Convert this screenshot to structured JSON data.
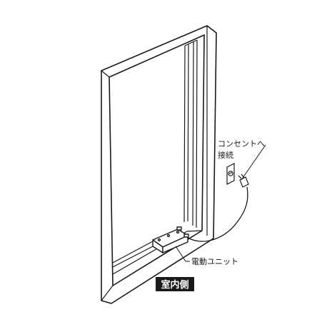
{
  "labels": {
    "outlet_callout_line1": "コンセントへ",
    "outlet_callout_line2": "接続",
    "motor_unit": "電動ユニット",
    "indoor_side": "室内側"
  },
  "colors": {
    "line": "#1a1a1a",
    "frame_fill": "#ffffff",
    "badge_background": "#1a1a1a",
    "badge_text": "#ffffff"
  }
}
